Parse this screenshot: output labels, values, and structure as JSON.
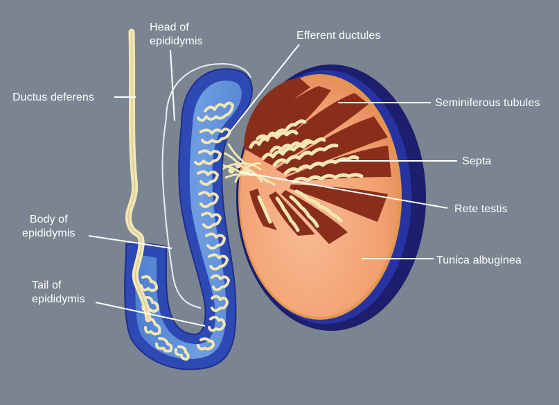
{
  "labels": {
    "head_of_epididymis": "Head of\nepididymis",
    "efferent_ductules": "Efferent ductules",
    "ductus_deferens": "Ductus deferens",
    "seminiferous_tubules": "Seminiferous tubules",
    "septa": "Septa",
    "rete_testis": "Rete testis",
    "body_of_epididymis": "Body of\nepididymis",
    "tunica_albuginea": "Tunica albuginea",
    "tail_of_epididymis": "Tail of\nepididymis"
  },
  "colors": {
    "background": "#7b8591",
    "tunica_dark": "#1c1f6e",
    "tunica_blue": "#2e3aa8",
    "testis_orange": "#f2a277",
    "testis_light": "#f7b48c",
    "lobule_dark": "#8a2e1c",
    "tubule_cream": "#f2e7b3",
    "epididymis_outer": "#2d49b3",
    "epididymis_inner": "#5c8fd6",
    "leader_line": "#ffffff"
  }
}
